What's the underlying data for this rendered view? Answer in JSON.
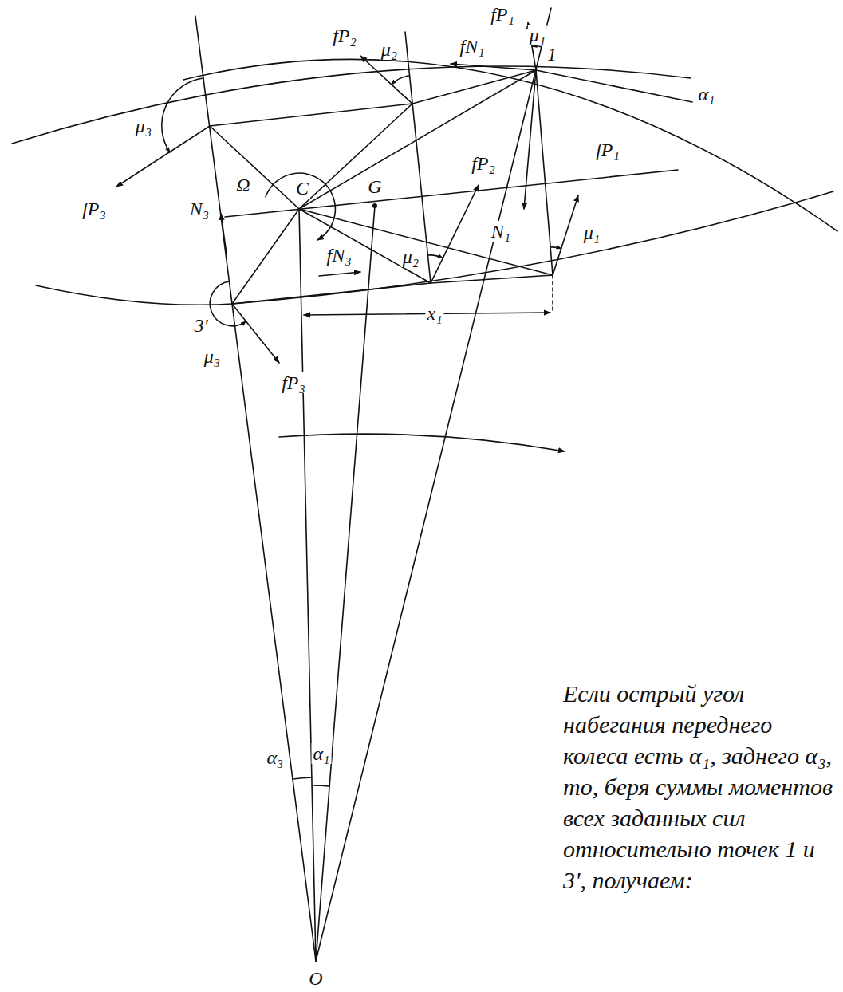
{
  "diagram": {
    "labels": [
      "fP₂",
      "μ₂",
      "fP₁",
      "μ₁",
      "fN₁",
      "1",
      "α₁",
      "μ₃",
      "Ω",
      "C",
      "G",
      "fP₂",
      "fP₁",
      "N₃",
      "μ₂",
      "N₁",
      "μ₁",
      "fN₃",
      "3'",
      "μ₃",
      "x₁",
      "fP₃",
      "fP₃",
      "α₃",
      "α₁",
      "O",
      "Если острый угол набегания переднего колеса есть α₁, заднего α₃, то, беря суммы моментов всех заданных сил относительно точек 1 и 3', получаем:"
    ]
  }
}
